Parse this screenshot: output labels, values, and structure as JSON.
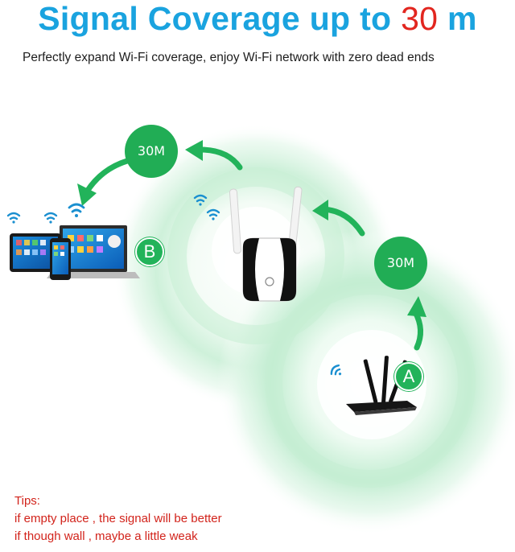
{
  "headline": {
    "text": "Signal Coverage up to ",
    "number": "30",
    "unit": " m"
  },
  "subtitle": "Perfectly expand Wi-Fi coverage, enjoy Wi-Fi network with zero dead ends",
  "distance_badges": [
    "30M",
    "30M"
  ],
  "point_labels": {
    "a": "A",
    "b": "B"
  },
  "tips": {
    "heading": "Tips:",
    "lines": [
      "if empty place , the signal will be better",
      "if though wall , maybe a little weak"
    ]
  },
  "colors": {
    "title_blue": "#1aa3df",
    "accent_red": "#e2261f",
    "signal_green": "#21ad55",
    "wifi_blue": "#1a8fd0",
    "tips_red": "#d2231b"
  },
  "icons": [
    "wifi-icon",
    "curved-arrow-icon",
    "router-icon",
    "repeater-icon",
    "laptop-icon",
    "tablet-icon",
    "phone-icon"
  ]
}
